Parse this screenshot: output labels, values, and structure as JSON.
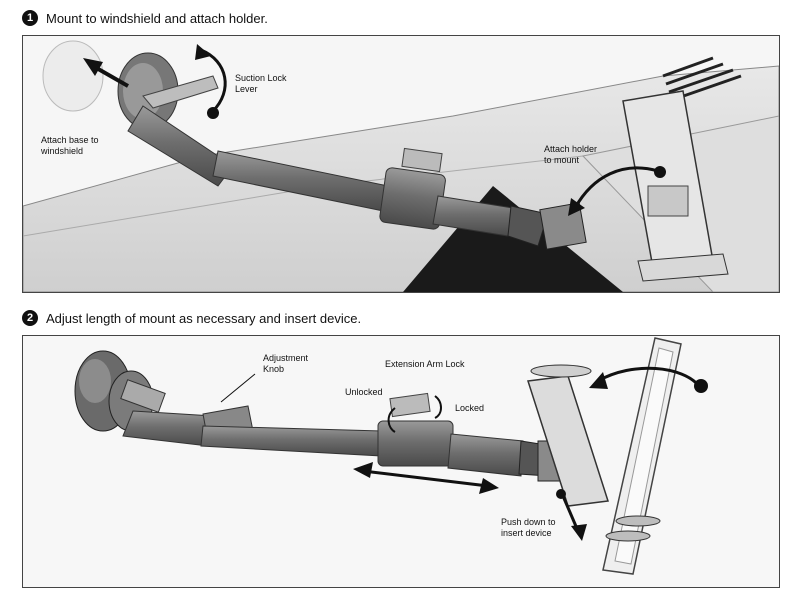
{
  "steps": [
    {
      "number": "1",
      "title": "Mount to windshield and attach holder.",
      "callouts": {
        "suction_lock": "Suction Lock\nLever",
        "attach_base": "Attach base to\nwindshield",
        "attach_holder": "Attach holder\nto mount"
      }
    },
    {
      "number": "2",
      "title": "Adjust length of mount as necessary and insert device.",
      "callouts": {
        "adjustment_knob": "Adjustment\nKnob",
        "extension_lock": "Extension Arm Lock",
        "unlocked": "Unlocked",
        "locked": "Locked",
        "push_down": "Push down to\ninsert device"
      }
    }
  ]
}
